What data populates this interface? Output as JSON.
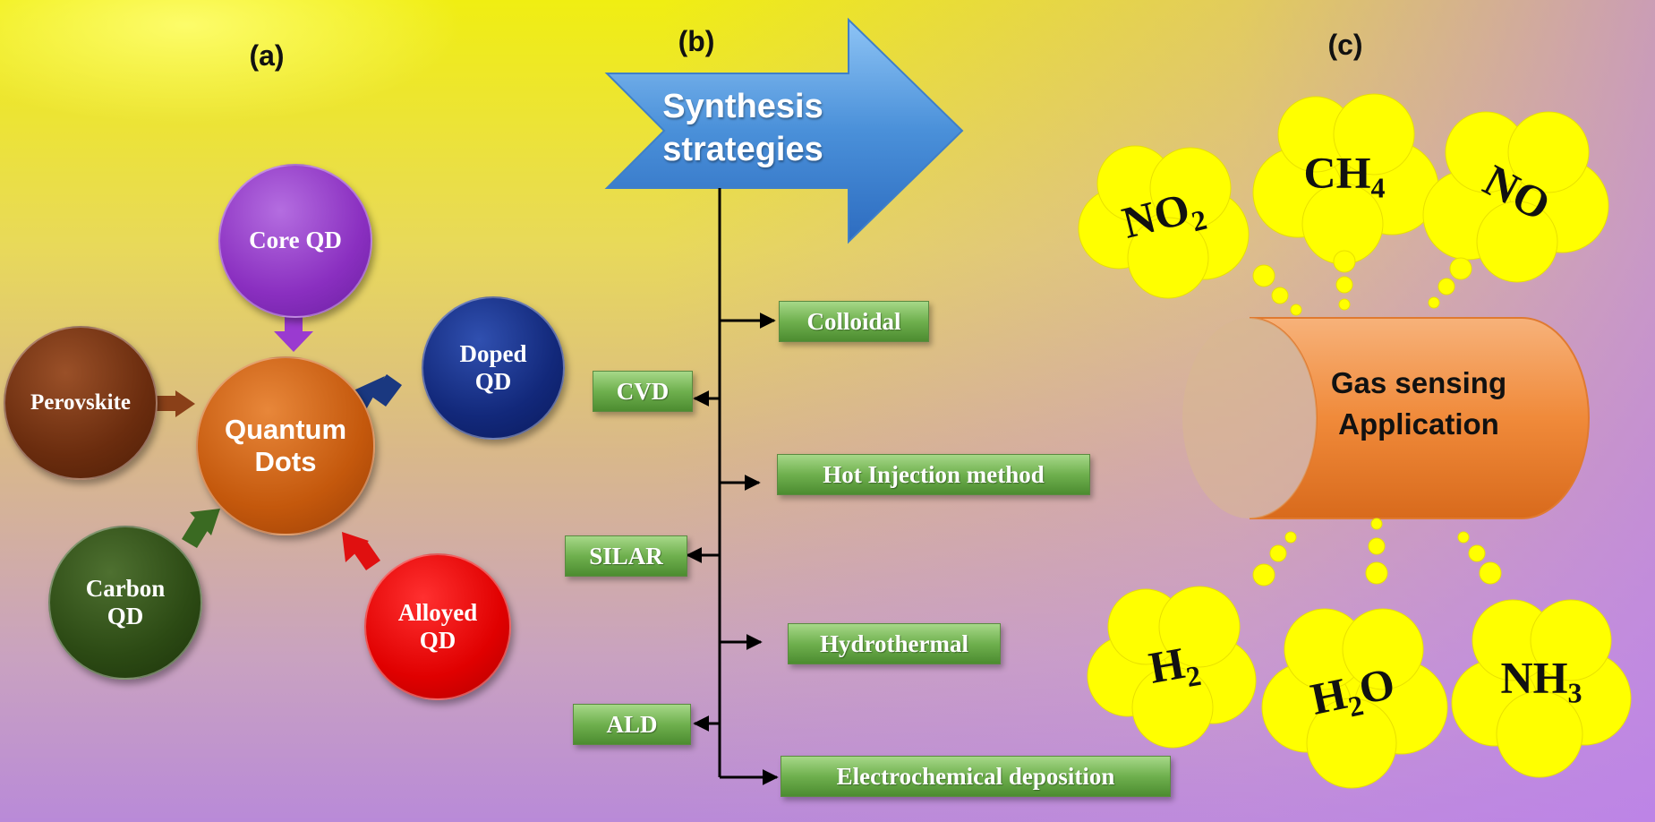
{
  "panels": {
    "a": "(a)",
    "b": "(b)",
    "c": "(c)"
  },
  "quantum_dots": {
    "center": [
      "Quantum",
      "Dots"
    ],
    "core": "Core QD",
    "doped": [
      "Doped",
      "QD"
    ],
    "perovskite": "Perovskite",
    "carbon": [
      "Carbon",
      "QD"
    ],
    "alloyed": [
      "Alloyed",
      "QD"
    ]
  },
  "synthesis": {
    "title": [
      "Synthesis",
      "strategies"
    ],
    "colloidal": "Colloidal",
    "cvd": "CVD",
    "hot_injection": "Hot Injection method",
    "silar": "SILAR",
    "hydrothermal": "Hydrothermal",
    "ald": "ALD",
    "electrochemical": "Electrochemical deposition"
  },
  "application": {
    "title": [
      "Gas sensing",
      "Application"
    ],
    "gases": {
      "no2": {
        "base": "NO",
        "sub": "2"
      },
      "ch4": {
        "base": "CH",
        "sub": "4"
      },
      "no": {
        "base": "NO",
        "sub": ""
      },
      "h2": {
        "base": "H",
        "sub": "2"
      },
      "h2o": {
        "base": "H",
        "sub": "2",
        "tail": "O"
      },
      "nh3": {
        "base": "NH",
        "sub": "3"
      }
    }
  },
  "colors": {
    "core": "#8a2fc0",
    "doped": "#12287a",
    "perovskite": "#6a2c0e",
    "quantum_dots": "#c4580c",
    "carbon": "#2c4a14",
    "alloyed": "#e00000",
    "method_box": "#6fb04e",
    "arrow_blue": "#4a90d9",
    "cylinder": "#f08a3a",
    "cloud": "#ffff00"
  }
}
